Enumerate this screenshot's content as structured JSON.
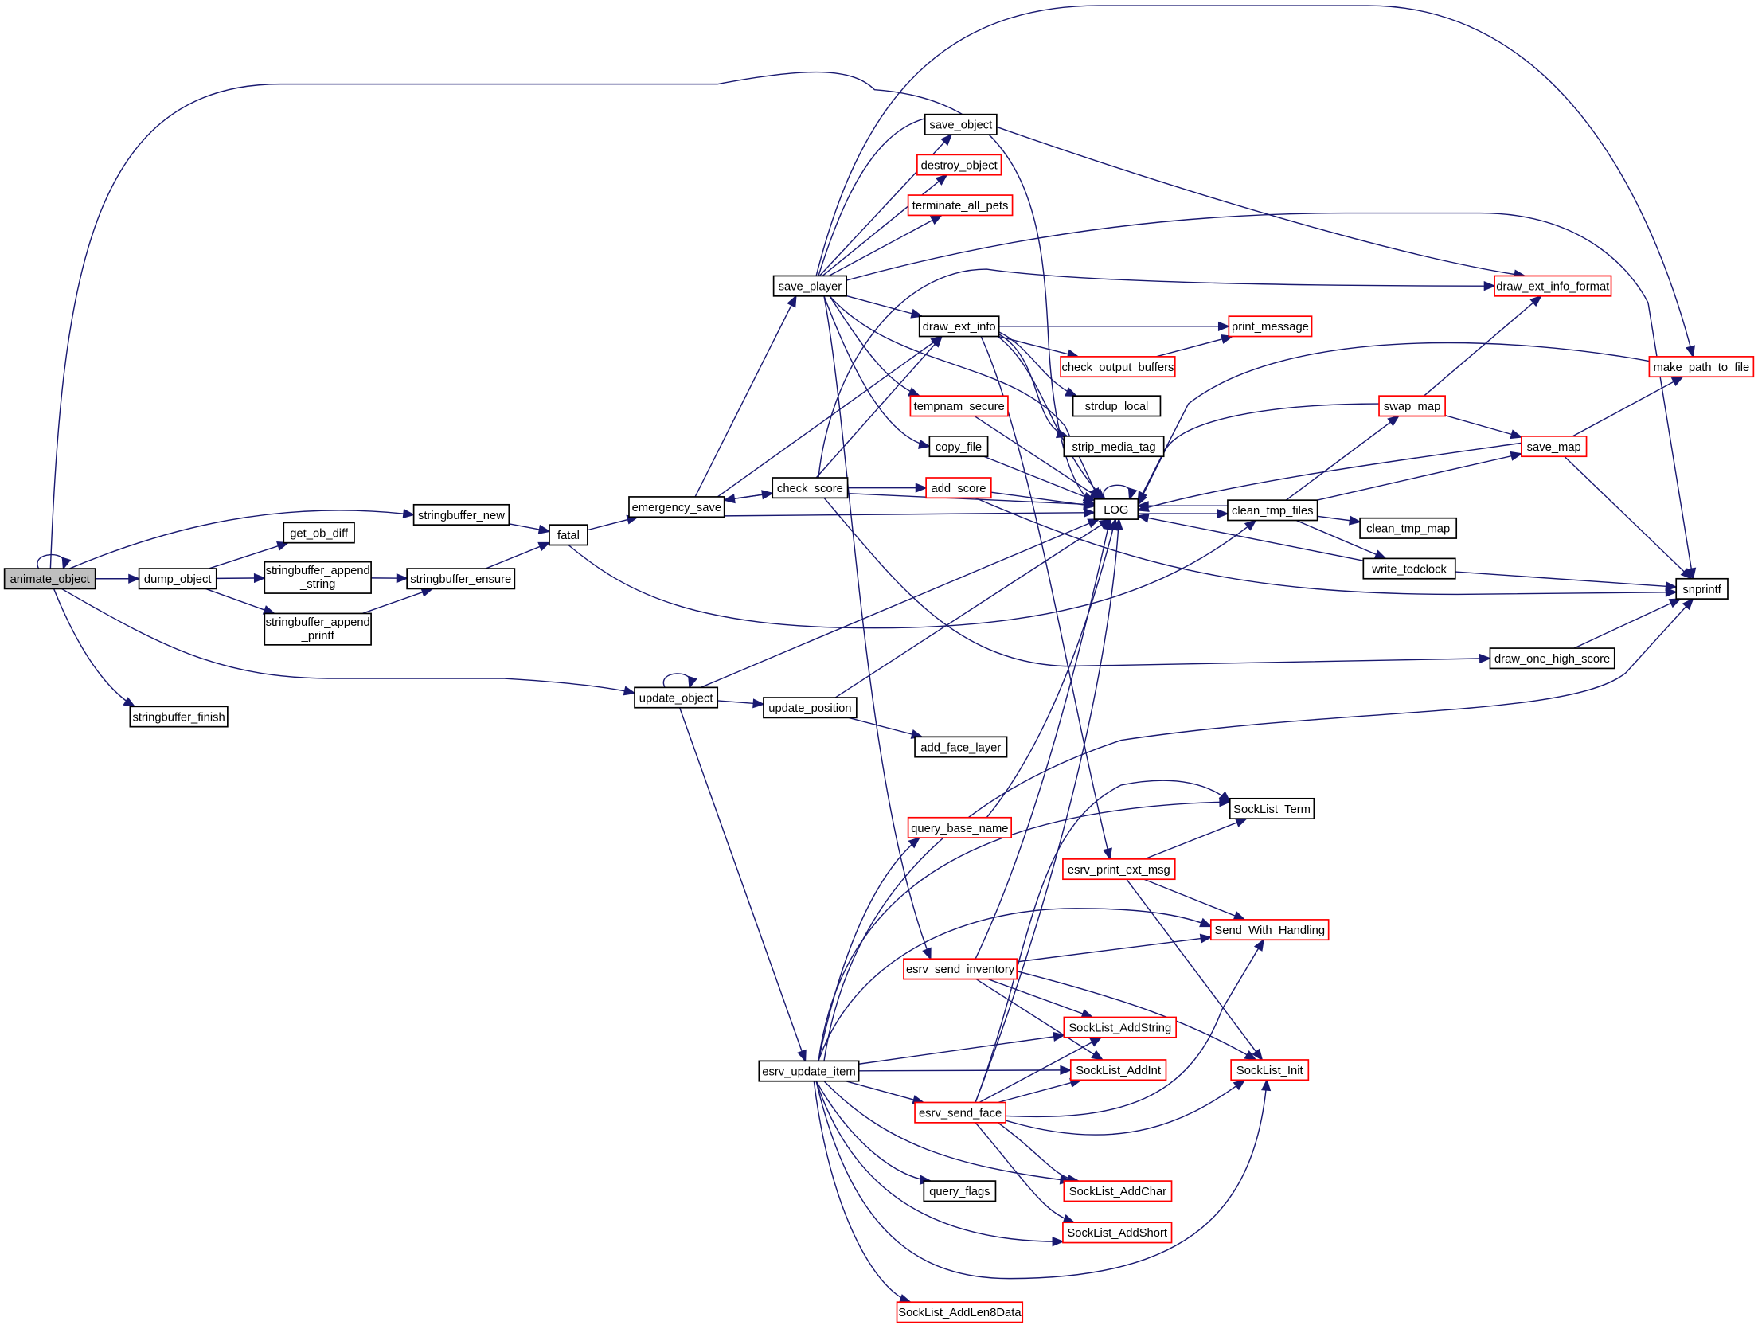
{
  "title": "animate_object call graph",
  "colors": {
    "edge": "#191970",
    "node_border_normal": "#000000",
    "node_border_truncated": "#ff0000",
    "root_fill": "#bfbfbf",
    "node_fill": "#ffffff"
  },
  "root": "animate_object",
  "nodes": [
    {
      "id": "animate_object",
      "lines": [
        "animate_object"
      ],
      "style": "root"
    },
    {
      "id": "dump_object",
      "lines": [
        "dump_object"
      ],
      "style": "normal"
    },
    {
      "id": "get_ob_diff",
      "lines": [
        "get_ob_diff"
      ],
      "style": "normal"
    },
    {
      "id": "stringbuffer_append_string",
      "lines": [
        "stringbuffer_append",
        "_string"
      ],
      "style": "normal"
    },
    {
      "id": "stringbuffer_append_printf",
      "lines": [
        "stringbuffer_append",
        "_printf"
      ],
      "style": "normal"
    },
    {
      "id": "stringbuffer_new",
      "lines": [
        "stringbuffer_new"
      ],
      "style": "normal"
    },
    {
      "id": "stringbuffer_ensure",
      "lines": [
        "stringbuffer_ensure"
      ],
      "style": "normal"
    },
    {
      "id": "stringbuffer_finish",
      "lines": [
        "stringbuffer_finish"
      ],
      "style": "normal"
    },
    {
      "id": "fatal",
      "lines": [
        "fatal"
      ],
      "style": "normal"
    },
    {
      "id": "emergency_save",
      "lines": [
        "emergency_save"
      ],
      "style": "normal"
    },
    {
      "id": "save_player",
      "lines": [
        "save_player"
      ],
      "style": "normal"
    },
    {
      "id": "save_object",
      "lines": [
        "save_object"
      ],
      "style": "normal"
    },
    {
      "id": "destroy_object",
      "lines": [
        "destroy_object"
      ],
      "style": "truncated"
    },
    {
      "id": "terminate_all_pets",
      "lines": [
        "terminate_all_pets"
      ],
      "style": "truncated"
    },
    {
      "id": "draw_ext_info",
      "lines": [
        "draw_ext_info"
      ],
      "style": "normal"
    },
    {
      "id": "tempnam_secure",
      "lines": [
        "tempnam_secure"
      ],
      "style": "truncated"
    },
    {
      "id": "copy_file",
      "lines": [
        "copy_file"
      ],
      "style": "normal"
    },
    {
      "id": "check_score",
      "lines": [
        "check_score"
      ],
      "style": "normal"
    },
    {
      "id": "add_score",
      "lines": [
        "add_score"
      ],
      "style": "truncated"
    },
    {
      "id": "check_output_buffers",
      "lines": [
        "check_output_buffers"
      ],
      "style": "truncated"
    },
    {
      "id": "strdup_local",
      "lines": [
        "strdup_local"
      ],
      "style": "normal"
    },
    {
      "id": "strip_media_tag",
      "lines": [
        "strip_media_tag"
      ],
      "style": "normal"
    },
    {
      "id": "print_message",
      "lines": [
        "print_message"
      ],
      "style": "truncated"
    },
    {
      "id": "LOG",
      "lines": [
        "LOG"
      ],
      "style": "normal"
    },
    {
      "id": "clean_tmp_files",
      "lines": [
        "clean_tmp_files"
      ],
      "style": "normal"
    },
    {
      "id": "clean_tmp_map",
      "lines": [
        "clean_tmp_map"
      ],
      "style": "normal"
    },
    {
      "id": "write_todclock",
      "lines": [
        "write_todclock"
      ],
      "style": "normal"
    },
    {
      "id": "draw_ext_info_format",
      "lines": [
        "draw_ext_info_format"
      ],
      "style": "truncated"
    },
    {
      "id": "swap_map",
      "lines": [
        "swap_map"
      ],
      "style": "truncated"
    },
    {
      "id": "save_map",
      "lines": [
        "save_map"
      ],
      "style": "truncated"
    },
    {
      "id": "make_path_to_file",
      "lines": [
        "make_path_to_file"
      ],
      "style": "truncated"
    },
    {
      "id": "snprintf",
      "lines": [
        "snprintf"
      ],
      "style": "normal"
    },
    {
      "id": "draw_one_high_score",
      "lines": [
        "draw_one_high_score"
      ],
      "style": "normal"
    },
    {
      "id": "update_object",
      "lines": [
        "update_object"
      ],
      "style": "normal"
    },
    {
      "id": "update_position",
      "lines": [
        "update_position"
      ],
      "style": "normal"
    },
    {
      "id": "add_face_layer",
      "lines": [
        "add_face_layer"
      ],
      "style": "normal"
    },
    {
      "id": "query_base_name",
      "lines": [
        "query_base_name"
      ],
      "style": "truncated"
    },
    {
      "id": "SockList_Term",
      "lines": [
        "SockList_Term"
      ],
      "style": "normal"
    },
    {
      "id": "esrv_print_ext_msg",
      "lines": [
        "esrv_print_ext_msg"
      ],
      "style": "truncated"
    },
    {
      "id": "Send_With_Handling",
      "lines": [
        "Send_With_Handling"
      ],
      "style": "truncated"
    },
    {
      "id": "esrv_send_inventory",
      "lines": [
        "esrv_send_inventory"
      ],
      "style": "truncated"
    },
    {
      "id": "SockList_AddString",
      "lines": [
        "SockList_AddString"
      ],
      "style": "truncated"
    },
    {
      "id": "SockList_AddInt",
      "lines": [
        "SockList_AddInt"
      ],
      "style": "truncated"
    },
    {
      "id": "SockList_Init",
      "lines": [
        "SockList_Init"
      ],
      "style": "truncated"
    },
    {
      "id": "esrv_update_item",
      "lines": [
        "esrv_update_item"
      ],
      "style": "normal"
    },
    {
      "id": "esrv_send_face",
      "lines": [
        "esrv_send_face"
      ],
      "style": "truncated"
    },
    {
      "id": "query_flags",
      "lines": [
        "query_flags"
      ],
      "style": "normal"
    },
    {
      "id": "SockList_AddChar",
      "lines": [
        "SockList_AddChar"
      ],
      "style": "truncated"
    },
    {
      "id": "SockList_AddShort",
      "lines": [
        "SockList_AddShort"
      ],
      "style": "truncated"
    },
    {
      "id": "SockList_AddLen8Data",
      "lines": [
        "SockList_AddLen8Data"
      ],
      "style": "truncated"
    }
  ],
  "edges": [
    [
      "animate_object",
      "animate_object"
    ],
    [
      "animate_object",
      "dump_object"
    ],
    [
      "animate_object",
      "stringbuffer_new"
    ],
    [
      "animate_object",
      "stringbuffer_finish"
    ],
    [
      "animate_object",
      "update_object"
    ],
    [
      "animate_object",
      "LOG"
    ],
    [
      "dump_object",
      "get_ob_diff"
    ],
    [
      "dump_object",
      "stringbuffer_append_string"
    ],
    [
      "dump_object",
      "stringbuffer_append_printf"
    ],
    [
      "stringbuffer_append_string",
      "stringbuffer_ensure"
    ],
    [
      "stringbuffer_append_printf",
      "stringbuffer_ensure"
    ],
    [
      "stringbuffer_new",
      "fatal"
    ],
    [
      "stringbuffer_ensure",
      "fatal"
    ],
    [
      "fatal",
      "emergency_save"
    ],
    [
      "fatal",
      "clean_tmp_files"
    ],
    [
      "emergency_save",
      "save_player"
    ],
    [
      "emergency_save",
      "draw_ext_info"
    ],
    [
      "emergency_save",
      "check_score"
    ],
    [
      "emergency_save",
      "LOG"
    ],
    [
      "save_player",
      "save_object"
    ],
    [
      "save_player",
      "destroy_object"
    ],
    [
      "save_player",
      "terminate_all_pets"
    ],
    [
      "save_player",
      "draw_ext_info"
    ],
    [
      "save_player",
      "tempnam_secure"
    ],
    [
      "save_player",
      "copy_file"
    ],
    [
      "save_player",
      "LOG"
    ],
    [
      "save_player",
      "draw_ext_info_format"
    ],
    [
      "save_player",
      "make_path_to_file"
    ],
    [
      "save_player",
      "snprintf"
    ],
    [
      "save_player",
      "esrv_send_inventory"
    ],
    [
      "draw_ext_info",
      "print_message"
    ],
    [
      "draw_ext_info",
      "check_output_buffers"
    ],
    [
      "draw_ext_info",
      "strdup_local"
    ],
    [
      "draw_ext_info",
      "strip_media_tag"
    ],
    [
      "draw_ext_info",
      "LOG"
    ],
    [
      "draw_ext_info",
      "esrv_print_ext_msg"
    ],
    [
      "check_output_buffers",
      "print_message"
    ],
    [
      "tempnam_secure",
      "LOG"
    ],
    [
      "copy_file",
      "LOG"
    ],
    [
      "check_score",
      "emergency_save"
    ],
    [
      "check_score",
      "add_score"
    ],
    [
      "check_score",
      "draw_ext_info"
    ],
    [
      "check_score",
      "draw_ext_info_format"
    ],
    [
      "check_score",
      "draw_one_high_score"
    ],
    [
      "check_score",
      "LOG"
    ],
    [
      "add_score",
      "LOG"
    ],
    [
      "add_score",
      "snprintf"
    ],
    [
      "LOG",
      "LOG"
    ],
    [
      "LOG",
      "clean_tmp_files"
    ],
    [
      "clean_tmp_files",
      "LOG"
    ],
    [
      "clean_tmp_files",
      "swap_map"
    ],
    [
      "clean_tmp_files",
      "save_map"
    ],
    [
      "clean_tmp_files",
      "clean_tmp_map"
    ],
    [
      "clean_tmp_files",
      "write_todclock"
    ],
    [
      "write_todclock",
      "LOG"
    ],
    [
      "write_todclock",
      "snprintf"
    ],
    [
      "swap_map",
      "LOG"
    ],
    [
      "swap_map",
      "draw_ext_info_format"
    ],
    [
      "swap_map",
      "save_map"
    ],
    [
      "save_map",
      "LOG"
    ],
    [
      "save_map",
      "make_path_to_file"
    ],
    [
      "save_map",
      "snprintf"
    ],
    [
      "make_path_to_file",
      "LOG"
    ],
    [
      "draw_one_high_score",
      "snprintf"
    ],
    [
      "update_object",
      "update_object"
    ],
    [
      "update_object",
      "update_position"
    ],
    [
      "update_object",
      "esrv_update_item"
    ],
    [
      "update_object",
      "LOG"
    ],
    [
      "update_position",
      "add_face_layer"
    ],
    [
      "update_position",
      "LOG"
    ],
    [
      "query_base_name",
      "LOG"
    ],
    [
      "esrv_print_ext_msg",
      "SockList_Term"
    ],
    [
      "esrv_print_ext_msg",
      "Send_With_Handling"
    ],
    [
      "esrv_print_ext_msg",
      "SockList_Init"
    ],
    [
      "esrv_send_inventory",
      "LOG"
    ],
    [
      "esrv_send_inventory",
      "Send_With_Handling"
    ],
    [
      "esrv_send_inventory",
      "SockList_AddString"
    ],
    [
      "esrv_send_inventory",
      "SockList_AddInt"
    ],
    [
      "esrv_send_inventory",
      "SockList_Init"
    ],
    [
      "esrv_update_item",
      "query_base_name"
    ],
    [
      "esrv_update_item",
      "SockList_Term"
    ],
    [
      "esrv_update_item",
      "Send_With_Handling"
    ],
    [
      "esrv_update_item",
      "snprintf"
    ],
    [
      "esrv_update_item",
      "SockList_AddString"
    ],
    [
      "esrv_update_item",
      "SockList_AddInt"
    ],
    [
      "esrv_update_item",
      "esrv_send_face"
    ],
    [
      "esrv_update_item",
      "query_flags"
    ],
    [
      "esrv_update_item",
      "SockList_AddChar"
    ],
    [
      "esrv_update_item",
      "SockList_AddShort"
    ],
    [
      "esrv_update_item",
      "SockList_Init"
    ],
    [
      "esrv_update_item",
      "SockList_AddLen8Data"
    ],
    [
      "esrv_send_face",
      "LOG"
    ],
    [
      "esrv_send_face",
      "SockList_Term"
    ],
    [
      "esrv_send_face",
      "SockList_AddString"
    ],
    [
      "esrv_send_face",
      "SockList_AddInt"
    ],
    [
      "esrv_send_face",
      "SockList_AddChar"
    ],
    [
      "esrv_send_face",
      "SockList_AddShort"
    ],
    [
      "esrv_send_face",
      "Send_With_Handling"
    ],
    [
      "esrv_send_face",
      "SockList_Init"
    ]
  ]
}
